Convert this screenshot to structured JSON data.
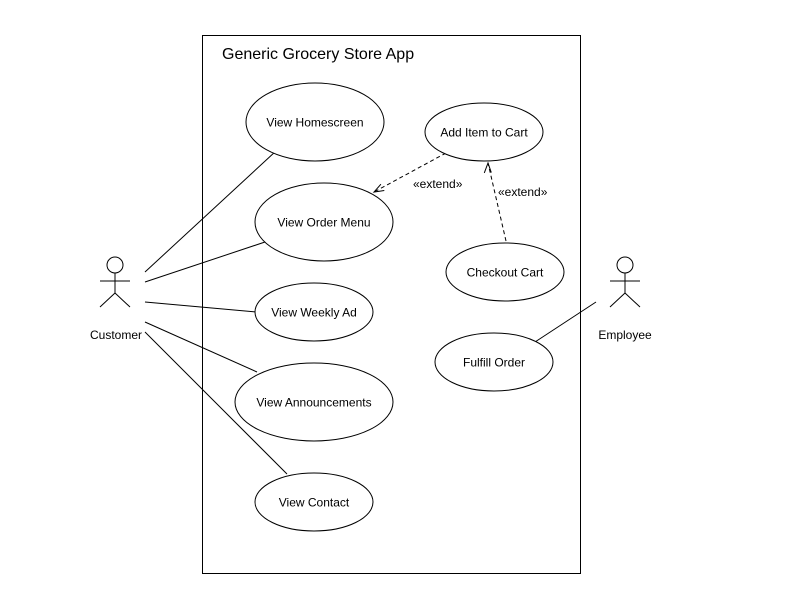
{
  "system": {
    "title": "Generic Grocery Store App"
  },
  "actors": {
    "customer": "Customer",
    "employee": "Employee"
  },
  "use_cases": {
    "view_homescreen": "View Homescreen",
    "view_order_menu": "View Order Menu",
    "view_weekly_ad": "View Weekly Ad",
    "view_announcements": "View Announcements",
    "view_contact": "View Contact",
    "add_item_to_cart": "Add Item to Cart",
    "checkout_cart": "Checkout Cart",
    "fulfill_order": "Fulfill Order"
  },
  "relationships": {
    "extend_1": "«extend»",
    "extend_2": "«extend»"
  }
}
